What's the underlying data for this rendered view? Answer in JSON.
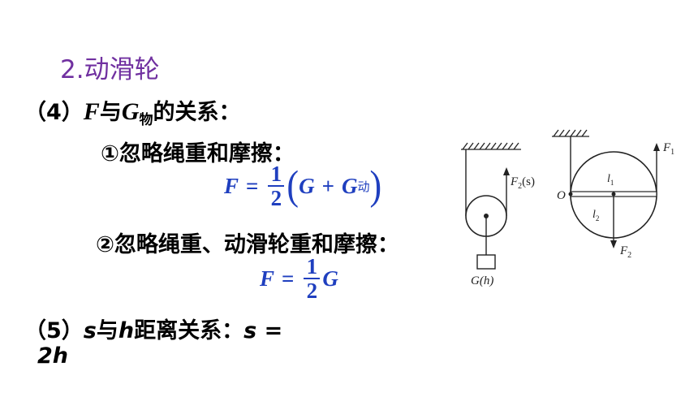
{
  "title": "2.动滑轮",
  "line4": {
    "prefix": "（4）",
    "F": "F",
    "yu": "与",
    "G": "G",
    "G_sub": "物",
    "suffix": "的关系："
  },
  "case1": {
    "text": "①忽略绳重和摩擦：",
    "formula": {
      "lhs": "F",
      "eq": "=",
      "num": "1",
      "den": "2",
      "lparen": "(",
      "G": "G",
      "plus": "+",
      "G2": "G",
      "G2_sub": "动",
      "rparen": ")"
    }
  },
  "case2": {
    "text": "②忽略绳重、动滑轮重和摩擦：",
    "formula": {
      "lhs": "F",
      "eq": "=",
      "num": "1",
      "den": "2",
      "G": "G"
    }
  },
  "line5": {
    "prefix": "（5）",
    "s": "s",
    "yu": "与",
    "h": "h",
    "mid": "距离关系：",
    "s2": "s",
    "eq": " =",
    "rhs": "2h"
  },
  "diagram_pulley": {
    "force_label": "F",
    "force_sub": "2",
    "force_arg": "(s)",
    "weight_label": "G(h)"
  },
  "diagram_lever": {
    "F1_label": "F",
    "F1_sub": "1",
    "F2_label": "F",
    "F2_sub": "2",
    "O_label": "O",
    "l1_label": "l",
    "l1_sub": "1",
    "l2_label": "l",
    "l2_sub": "2"
  }
}
